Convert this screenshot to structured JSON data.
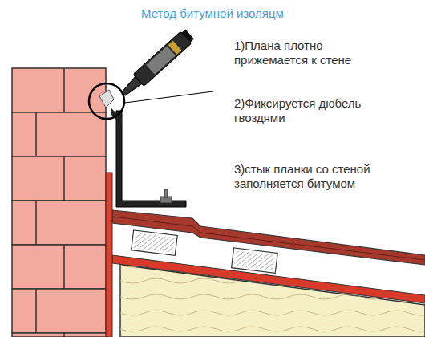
{
  "diagram": {
    "title": "Метод битумной изоляцм",
    "labels": [
      "1)Плана плотно прижемается к стене",
      "2)Фиксируется дюбель гвоздями",
      "3)стык планки со стеной заполняется битумом"
    ]
  }
}
